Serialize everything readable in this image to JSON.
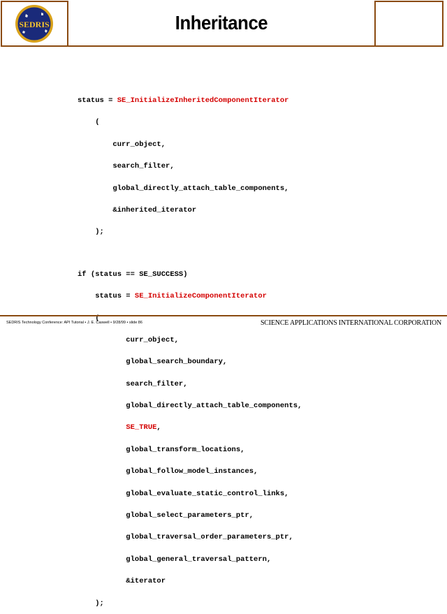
{
  "header": {
    "title": "Inheritance",
    "logo_text": "SEDRIS"
  },
  "code": {
    "block1": {
      "l1a": "status = ",
      "l1b": "SE_InitializeInheritedComponentIterator",
      "l2": "    (",
      "l3": "        curr_object,",
      "l4": "        search_filter,",
      "l5": "        global_directly_attach_table_components,",
      "l6": "        &inherited_iterator",
      "l7": "    );"
    },
    "block2": {
      "l1": "if (status == SE_SUCCESS)",
      "l2a": "    status = ",
      "l2b": "SE_InitializeComponentIterator",
      "l3": "    (",
      "l4": "           curr_object,",
      "l5": "           global_search_boundary,",
      "l6": "           search_filter,",
      "l7": "           global_directly_attach_table_components,",
      "l8a": "           ",
      "l8b": "SE_TRUE",
      "l8c": ",",
      "l9": "           global_transform_locations,",
      "l10": "           global_follow_model_instances,",
      "l11": "           global_evaluate_static_control_links,",
      "l12": "           global_select_parameters_ptr,",
      "l13": "           global_traversal_order_parameters_ptr,",
      "l14": "           global_general_traversal_pattern,",
      "l15": "           &iterator",
      "l16": "    );"
    }
  },
  "footer": {
    "left": "SEDRIS Technology Conference: API Tutorial • J. E. Caswell • 9/28/99 • slide 86",
    "right": "SCIENCE APPLICATIONS INTERNATIONAL CORPORATION"
  },
  "colors": {
    "border": "#8a4a10",
    "highlight": "#d40000",
    "logo_blue": "#1a2a7a",
    "logo_gold": "#d9a21a"
  }
}
